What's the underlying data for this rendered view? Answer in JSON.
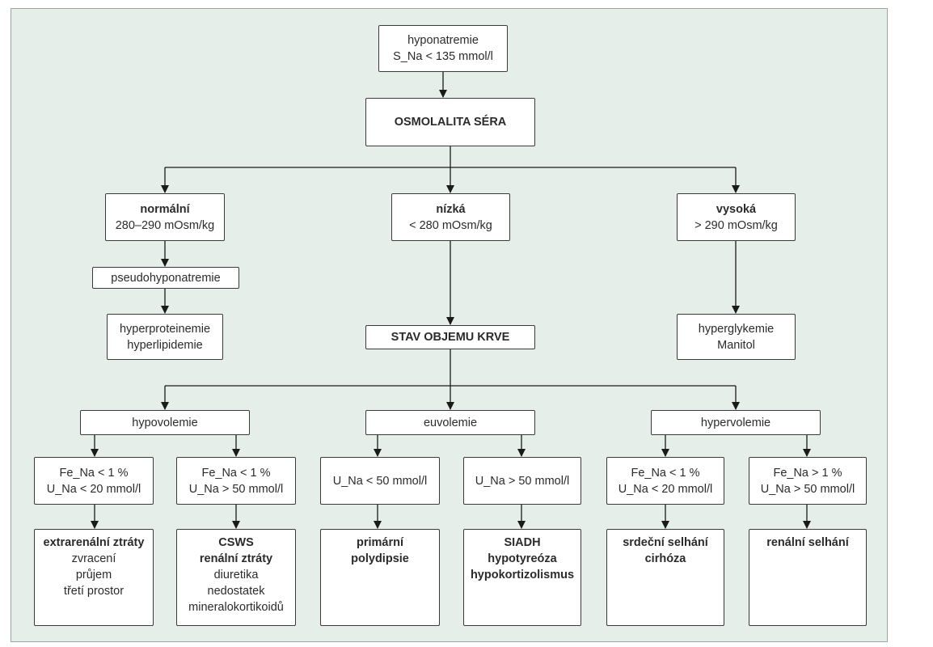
{
  "root": {
    "line1": "hyponatremie",
    "line2": "S_Na < 135 mmol/l"
  },
  "osm": {
    "title": "OSMOLALITA SÉRA"
  },
  "normal": {
    "title": "normální",
    "range": "280–290 mOsm/kg"
  },
  "low": {
    "title": "nízká",
    "range": "< 280 mOsm/kg"
  },
  "high": {
    "title": "vysoká",
    "range": "> 290 mOsm/kg"
  },
  "pseudo": {
    "label": "pseudohyponatremie"
  },
  "hyperprot": {
    "line1": "hyperproteinemie",
    "line2": "hyperlipidemie"
  },
  "stav": {
    "title": "STAV OBJEMU KRVE"
  },
  "hyperglyk": {
    "line1": "hyperglykemie",
    "line2": "Manitol"
  },
  "hypovol": {
    "label": "hypovolemie"
  },
  "euvol": {
    "label": "euvolemie"
  },
  "hypervol": {
    "label": "hypervolemie"
  },
  "c1": {
    "line1": "Fe_Na < 1 %",
    "line2": "U_Na < 20 mmol/l"
  },
  "c2": {
    "line1": "Fe_Na < 1 %",
    "line2": "U_Na > 50 mmol/l"
  },
  "c3": {
    "line1": "U_Na < 50 mmol/l"
  },
  "c4": {
    "line1": "U_Na > 50 mmol/l"
  },
  "c5": {
    "line1": "Fe_Na < 1 %",
    "line2": "U_Na < 20 mmol/l"
  },
  "c6": {
    "line1": "Fe_Na > 1 %",
    "line2": "U_Na > 50 mmol/l"
  },
  "r1": {
    "title": "extrarenální ztráty",
    "items": [
      "zvracení",
      "průjem",
      "třetí prostor"
    ]
  },
  "r2": {
    "title1": "CSWS",
    "title2": "renální ztráty",
    "items": [
      "diuretika",
      "nedostatek",
      "mineralokortikoidů"
    ]
  },
  "r3": {
    "title1": "primární",
    "title2": "polydipsie"
  },
  "r4": {
    "title1": "SIADH",
    "title2": "hypotyreóza",
    "title3": "hypokortizolismus"
  },
  "r5": {
    "title1": "srdeční selhání",
    "title2": "cirhóza"
  },
  "r6": {
    "title1": "renální selhání"
  }
}
